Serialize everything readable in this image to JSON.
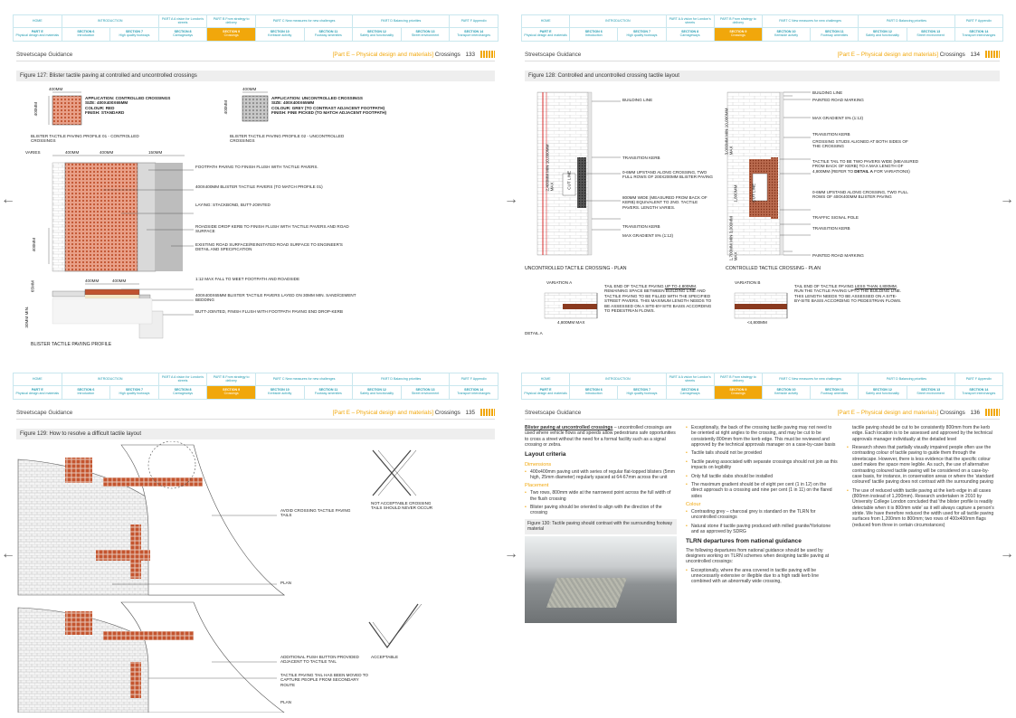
{
  "nav": {
    "top": [
      "HOME",
      "INTRODUCTION",
      "PART A\nA vision for London's streets",
      "PART B\nFrom strategy to delivery",
      "PART C\nNew measures for new challenges",
      "PART D\nBalancing priorities",
      "PART F\nAppendix"
    ],
    "bottom": [
      {
        "sec": "PART E",
        "label": "Physical design and materials"
      },
      {
        "sec": "SECTION 6",
        "label": "Introduction"
      },
      {
        "sec": "SECTION 7",
        "label": "High quality footways"
      },
      {
        "sec": "SECTION 8",
        "label": "Carriageways"
      },
      {
        "sec": "SECTION 9",
        "label": "Crossings"
      },
      {
        "sec": "SECTION 10",
        "label": "Kerbside activity"
      },
      {
        "sec": "SECTION 11",
        "label": "Footway amenities"
      },
      {
        "sec": "SECTION 12",
        "label": "Safety and functionality"
      },
      {
        "sec": "SECTION 13",
        "label": "Street environment"
      },
      {
        "sec": "SECTION 14",
        "label": "Transport interchanges"
      }
    ]
  },
  "header": {
    "doc_title": "Streetscape Guidance",
    "part_label": "[Part E – Physical design and materials]",
    "section": "Crossings"
  },
  "pages": {
    "p133": {
      "number": "133",
      "figure_title": "Figure 127: Blister tactile paving at controlled and uncontrolled crossings",
      "labels": {
        "d400a": "400mm",
        "d400b": "400mm",
        "app1": "APPLICATION: CONTROLLED CROSSINGS",
        "size1": "SIZE: 400x400x65mm",
        "colour1": "COLOUR: RED",
        "finish1": "FINISH: STANDARD",
        "profile1": "BLISTER TACTILE PAVING PROFILE 01 - CONTROLLED CROSSINGS",
        "d400c": "400mm",
        "d400d": "400mm",
        "app2": "APPLICATION: UNCONTROLLED CROSSINGS",
        "size2": "SIZE: 400x400x65mm",
        "colour2": "COLOUR: GREY (TO CONTRAST ADJACENT FOOTPATH)",
        "finish2": "FINISH: FINE PICKED (TO MATCH ADJACENT FOOTPATH)",
        "profile2": "BLISTER TACTILE PAVING PROFILE 02 - UNCONTROLLED CROSSINGS",
        "varies": "VARIES",
        "w400a": "400mm",
        "w400b": "400mm",
        "w150": "150mm",
        "h400": "400mm",
        "n1": "FOOTPATH PAVING TO FINISH FLUSH WITH TACTILE PAVERS.",
        "n2": "400x400mm BLISTER TACTILE PAVERS (TO MATCH PROFILE 01)",
        "n3": "LAYING: STACKBOND, BUTT-JOINTED",
        "n4": "ROADSIDE DROP KERB TO FINISH FLUSH WITH TACTILE PAVERS AND ROAD SURFACE",
        "n5": "EXISTING ROAD SURFACE/REINSTATED ROAD SURFACE TO ENGINEER'S DETAIL AND SPECIFICATION",
        "n6": "1:12 MAX FALL TO MEET FOOTPATH AND ROADSIDE",
        "n7": "400x400x65mm BLISTER TACTILE PAVERS LAYED ON 30mm MIN. SAND/CEMENT BEDDING",
        "n8": "BUTT-JOINTED, FINISH FLUSH WITH FOOTPATH PAVING END DROP-KERB",
        "h65": "65mm",
        "s400a": "400mm",
        "s400b": "400mm",
        "h30": "30mm MIN.",
        "profile_title": "BLISTER TACTILE PAVIING PROFILE"
      }
    },
    "p134": {
      "number": "134",
      "figure_title": "Figure 128: Controlled and uncontrolled crossing tactile layout",
      "labels": {
        "l_building": "BUILDING LINE",
        "l_transition1": "TRANSITION KERB",
        "l_upstand1": "0-6mm UPSTAND ALONG CROSSING, TWO FULL ROWS OF 200x200mm BLISTER PAVING",
        "l_800": "800mm WIDE (MEASURED FROM BACK OF KERB) EQUIVALENT TO 2NO. TACTILE PAVERS. LENGTH VARIES.",
        "l_transition2": "TRANSITION KERB",
        "l_maxgrad": "MAX GRADIENT 8% (1:12)",
        "dim_left": "2,400mm MIN 10,000mm MAX",
        "cut_line_a": "CUT LINE",
        "title_uncontrolled": "UNCONTROLLED TACTILE CROSSING - PLAN",
        "r_building": "BUILDING LINE",
        "r_painted": "PAINTED ROAD MARKING",
        "r_maxgrad": "MAX GRADIENT 8% (1:12)",
        "r_transition": "TRANSITION KERB",
        "r_studs": "CROSSING STUDS ALIGNED AT BOTH SIDES OF THE CROSSING",
        "r_tail_a": "TACTILE TAIL TO BE TWO PAVERS WIDE (MEASURED FROM BACK OF KERB) TO A MAX LENGTH OF 4,800mm (REFER TO ",
        "r_tail_b": "DETAIL A",
        "r_tail_c": " FOR VARIATIONS)",
        "r_upstand": "0-6mm UPSTAND ALONG CROSSING, TWO FULL ROWS OF 400x400mm BLISTER PAVING",
        "r_signal": "TRAFFIC SIGNAL POLE",
        "r_transition2": "TRANSITION KERB",
        "r_painted2": "PAINTED ROAD MARKING",
        "dim_r1": "3,000mm MIN 10,000mm MAX",
        "dim_r2": "1,700mm MIN 3,000mm MAX",
        "dim_r3": "1,800mm",
        "dim_r4": "1,700mm MIN 3,000mm MAX",
        "cut_line_b": "CUT LINE",
        "title_controlled": "CONTROLLED TACTILE CROSSING - PLAN",
        "var_a": "VARIATION A",
        "var_a_text_a": "TAIL END OF TACTILE PAVING ",
        "var_a_text_u": "UP TO 4,800mm",
        "var_a_text_b": ". REMAINING SPACE BETWEEN BUILDING LINE AND TACTILE PAVING TO BE FILLED WITH THE SPECIFIED STREET PAVERS. THIS MAXIMUM LENGTH NEEDS TO BE ASSESSED ON A SITE-BY-SITE BASIS ACCORDING TO PEDESTRIAN FLOWS.",
        "var_a_dim": "4,800mm MAX",
        "detail_a": "DETAIL A",
        "var_b": "VARIATION B",
        "var_b_text_a": "TAIL END OF TACTILE PAVING ",
        "var_b_text_u": "LESS THAN 4,800mm",
        "var_b_text_b": ". RUN THE TACTILE PAVING UPTO THE BUILDING LINE. THIS LENGTH NEEDS TO BE ASSESSED ON A SITE-BY-SITE BASIS ACCORDING TO PEDESTRIAN FLOWS.",
        "var_b_dim": "<4,800mm"
      }
    },
    "p135": {
      "number": "135",
      "figure_title": "Figure 129: How to resolve a difficult tactile layout",
      "labels": {
        "avoid": "AVOID CROSSING TACTILE PAVING TAILS",
        "not_acceptable": "NOT ACCEPTABLE CROSSING TAILS SHOULD NEVER OCCUR",
        "plan1": "PLAN",
        "push": "ADDITIONAL PUSH BUTTON PROVIDED ADJACENT TO TACTILE TAIL",
        "acceptable": "ACCEPTABLE",
        "moved": "TACTILE PAVING TAIL HAS BEEN MOVED TO CAPTURE PEOPLE FROM SECONDARY ROUTE",
        "plan2": "PLAN"
      }
    },
    "p136": {
      "number": "136",
      "col1": {
        "lead": "Blister paving at uncontrolled crossings",
        "intro": " – uncontrolled crossings are used where vehicle flows and speeds allow pedestrians safe opportunities to cross a street without the need for a formal facility such as a signal crossing or zebra.",
        "h_layout": "Layout criteria",
        "h_dimensions": "Dimensions",
        "dim_item": "400x400mm paving unit with series of regular flat-topped blisters (5mm high, 25mm diameter) regularly spaced at 64-67mm across the unit",
        "h_placement": "Placement",
        "place1": "Two rows, 800mm wide at the narrowest point across the full width of the flush crossing",
        "place2": "Blister paving should be oriented to align with the direction of the crossing",
        "fig_caption": "Figure 130: Tactile paving should contrast with the surrounding footway material"
      },
      "col2": {
        "b1": "Exceptionally, the back of the crossing tactile paving may not need to be oriented at right angles to the crossing, and may be cut to be consistently 800mm from the kerb edge. This must be reviewed and approved by the technical approvals manager on a case-by-case basis",
        "b2": "Tactile tails should not be provided",
        "b3": "Tactile paving associated with separate crossings should not join as this impacts on legibility",
        "b4": "Only full tactile slabs should be installed",
        "b5": "The maximum gradient should be of eight per cent (1 in 12) on the direct approach to a crossing and nine per cent (1 in 11) on the flared sides",
        "h_colour": "Colour",
        "c1": "Contrasting grey – charcoal grey is standard on the TLRN for uncontrolled crossings",
        "c2": "Natural stone if tactile paving produced with milled granite/Yorkstone and as approved by SDRG",
        "h_tlrn": "TLRN departures from national guidance",
        "tlrn_p": "The following departures from national guidance should be used by designers working on TLRN schemes when designing tactile paving at uncontrolled crossings:",
        "t1": "Exceptionally, where the area covered in tactile paving will be unnecessarily extensive or illegible due to a high radii kerb line combined with an abnormally wide crossing,"
      },
      "col3": {
        "p1": "tactile paving should be cut to be consistently 800mm from the kerb edge. Each location is to be assessed and approved by the technical approvals manager individually at the detailed level",
        "b1": "Research shows that partially visually impaired people often use the contrasting colour of tactile paving to guide them through the streetscape. However, there is less evidence that the specific colour used makes the space more legible. As such, the use of alternative contrasting coloured tactile paving will be considered on a case-by-case basis, for instance, in conservation areas or where the 'standard coloured' tactile paving does not contrast with the surrounding paving",
        "b2": "The use of reduced width tactile paving at the kerb edge in all cases (800mm instead of 1,200mm). Research undertaken in 2010 by University College London concluded that 'the blister profile is readily detectable when it is 800mm wide' as it will always capture a person's stride. We have therefore reduced the width used for all tactile paving surfaces from 1,200mm to 800mm; two rows of 400x400mm flags (reduced from three in certain circumstances)"
      }
    }
  },
  "colors": {
    "accent": "#f1a70b",
    "nav_text": "#1f9ab0",
    "tactile_red": "#c0532f",
    "tactile_grey": "#8c8c8c",
    "red_line": "#d82a2a"
  },
  "icons": {
    "prev": "chevron-left-arrow-icon",
    "next": "chevron-right-arrow-icon"
  }
}
